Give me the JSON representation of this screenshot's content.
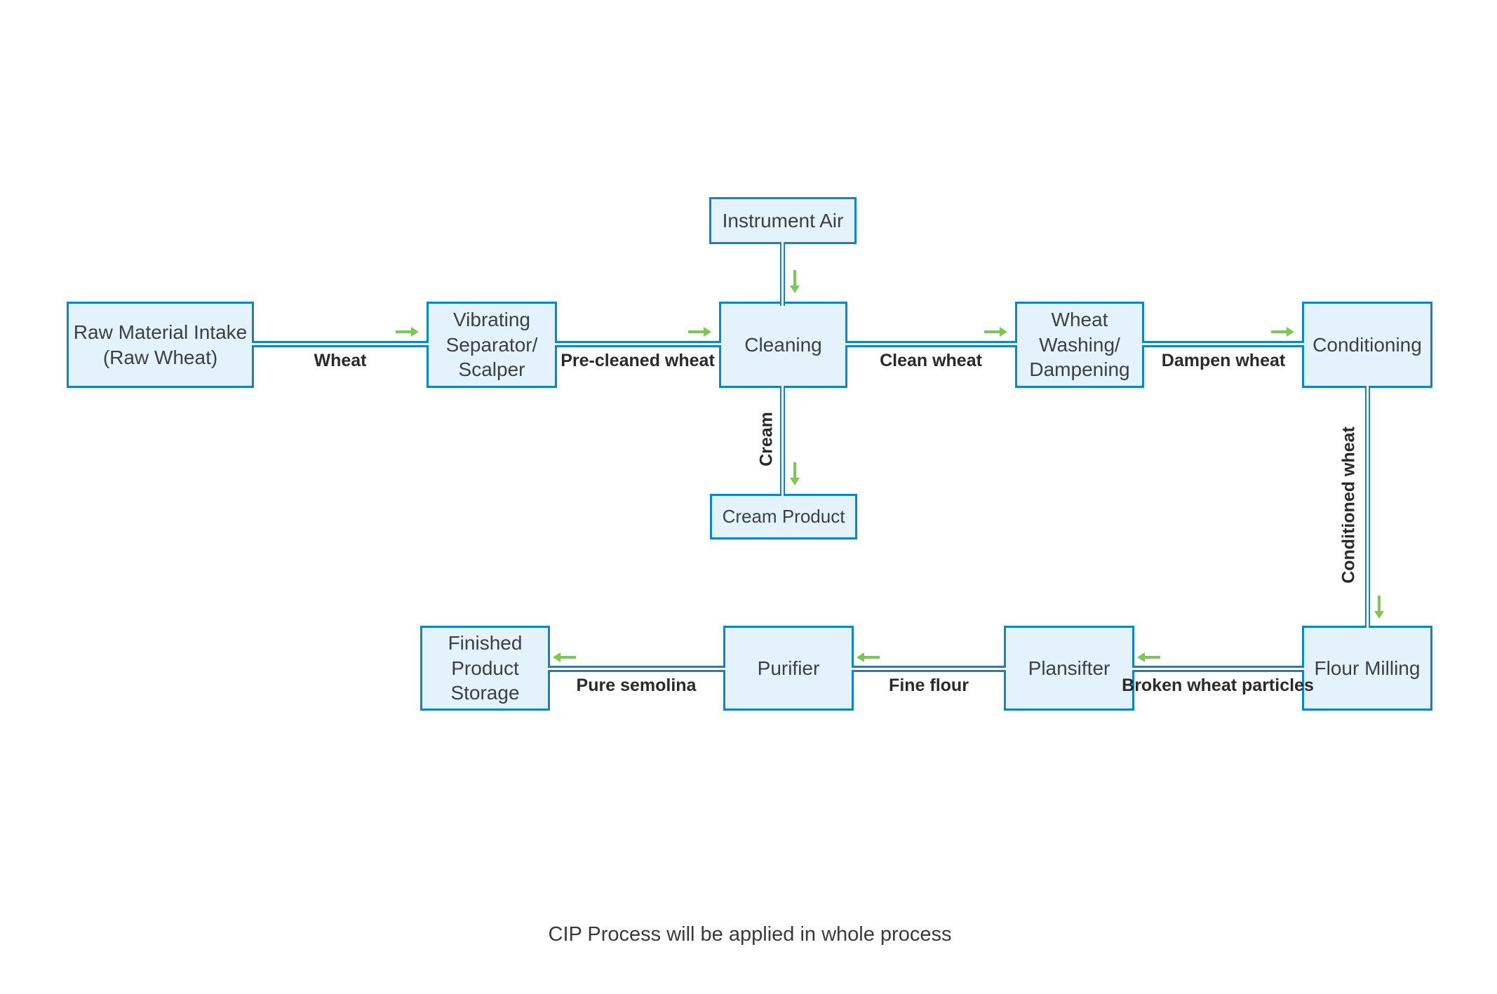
{
  "diagram": {
    "footer_note": "CIP Process will be applied in whole process",
    "colors": {
      "box_fill": "#e4f2fb",
      "box_border": "#0e85c6",
      "pipe_blue": "#0e85c6",
      "arrow_green": "#7dc855",
      "node_text": "#3d4043",
      "edge_label_text": "#2a2a2a"
    },
    "nodes": {
      "instrument_air": {
        "label": "Instrument Air"
      },
      "raw_material_intake": {
        "label": "Raw Material Intake\n(Raw Wheat)"
      },
      "vibrating_separator": {
        "label": "Vibrating\nSeparator/\nScalper"
      },
      "cleaning": {
        "label": "Cleaning"
      },
      "wheat_washing": {
        "label": "Wheat\nWashing/\nDampening"
      },
      "conditioning": {
        "label": "Conditioning"
      },
      "cream_product": {
        "label": "Cream Product"
      },
      "flour_milling": {
        "label": "Flour Milling"
      },
      "plansifter": {
        "label": "Plansifter"
      },
      "purifier": {
        "label": "Purifier"
      },
      "finished_product_storage": {
        "label": "Finished\nProduct\nStorage"
      }
    },
    "edges": {
      "wheat": {
        "label": "Wheat"
      },
      "pre_cleaned_wheat": {
        "label": "Pre-cleaned wheat"
      },
      "clean_wheat": {
        "label": "Clean wheat"
      },
      "dampen_wheat": {
        "label": "Dampen wheat"
      },
      "conditioned_wheat": {
        "label": "Conditioned wheat"
      },
      "cream": {
        "label": "Cream"
      },
      "instrument_air_feed": {
        "label": ""
      },
      "broken_wheat_particles": {
        "label": "Broken wheat particles"
      },
      "fine_flour": {
        "label": "Fine flour"
      },
      "pure_semolina": {
        "label": "Pure semolina"
      }
    }
  }
}
